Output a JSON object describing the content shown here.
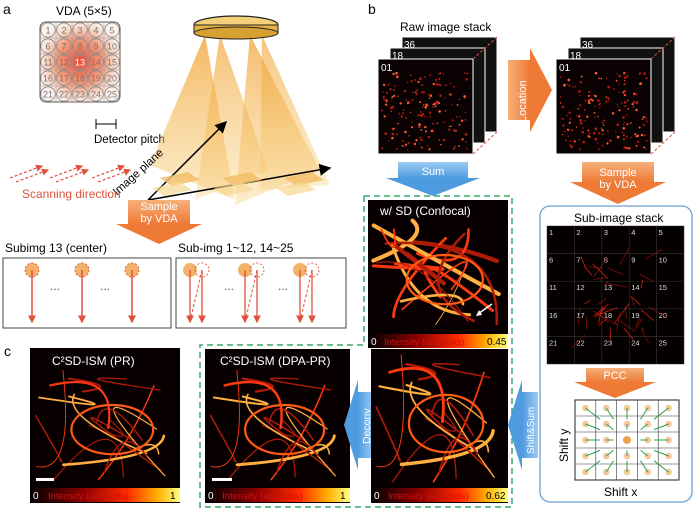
{
  "panels": {
    "a": "a",
    "b": "b",
    "c": "c"
  },
  "vda": {
    "title": "VDA (5×5)",
    "numbers": [
      "1",
      "6",
      "11",
      "16",
      "21",
      "2",
      "7",
      "12",
      "17",
      "22",
      "3",
      "8",
      "13",
      "18",
      "23",
      "4",
      "9",
      "14",
      "19",
      "24",
      "5",
      "10",
      "15",
      "20",
      "25"
    ],
    "detector_pitch": "Detector pitch"
  },
  "image_plane": "Image plane",
  "scanning_direction": "Scanning direction",
  "sample_by_vda": "Sample\nby VDA",
  "subimg_center": "Subimg 13 (center)",
  "subimg_others": "Sub-img 1~12, 14~25",
  "dots": "...",
  "raw_stack": {
    "title": "Raw image stack",
    "frames": [
      "36",
      "18",
      "01"
    ]
  },
  "located_stack": {
    "frames": [
      "36",
      "18",
      "01"
    ]
  },
  "arrows": {
    "sum": "Sum",
    "location": "Location",
    "pcc": "PCC",
    "deconv": "Deconv",
    "shift_sum": "Shift&Sum"
  },
  "confocal": {
    "title": "w/ SD (Confocal)",
    "cbar_min": "0",
    "cbar_label": "Intensity (arb.units)",
    "cbar_max": "0.45"
  },
  "sub_image_stack": {
    "title": "Sub-image stack",
    "numbers": [
      "1",
      "6",
      "11",
      "16",
      "21",
      "2",
      "7",
      "12",
      "17",
      "22",
      "3",
      "8",
      "13",
      "18",
      "23",
      "4",
      "9",
      "14",
      "19",
      "24",
      "5",
      "10",
      "15",
      "20",
      "25"
    ]
  },
  "shift_plot": {
    "xlabel": "Shift x",
    "ylabel": "Shift y"
  },
  "pr": {
    "title": "C²SD-ISM (PR)",
    "cbar_min": "0",
    "cbar_label": "Intensity (arb.units)",
    "cbar_max": "1"
  },
  "dpa": {
    "title": "C²SD-ISM (DPA-PR)",
    "cbar_min": "0",
    "cbar_label": "Intensity (arb.units)",
    "cbar_max": "1"
  },
  "summed": {
    "cbar_min": "0",
    "cbar_label": "Intensity (arb.units)",
    "cbar_max": "0.62"
  },
  "colors": {
    "orange": "#f08c3c",
    "blue": "#5aa6e6",
    "green": "#3aa86a",
    "red": "#e0503c",
    "panel_border": "#6aa0d0"
  }
}
